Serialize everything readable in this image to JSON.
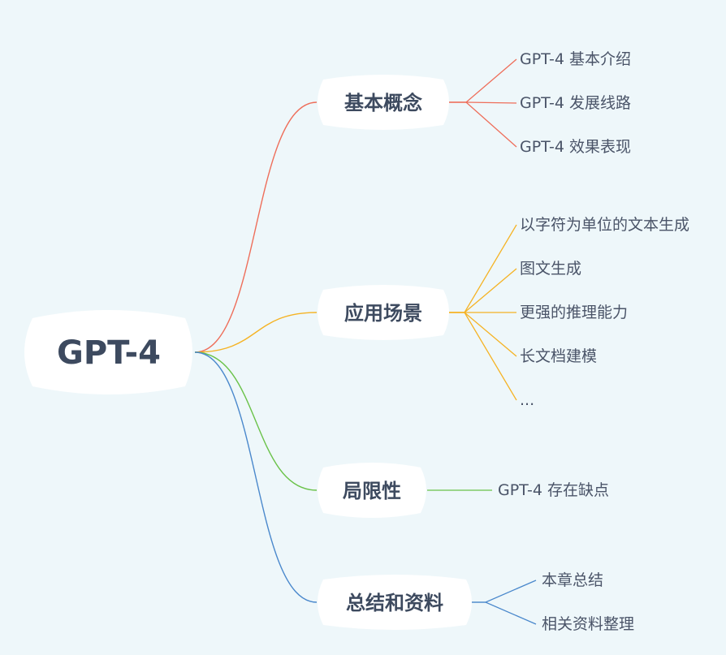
{
  "root": {
    "label": "GPT-4"
  },
  "branches": [
    {
      "label": "基本概念",
      "color": "#ee6e5a",
      "children": [
        "GPT-4 基本介绍",
        "GPT-4 发展线路",
        "GPT-4 效果表现"
      ]
    },
    {
      "label": "应用场景",
      "color": "#f5b324",
      "children": [
        "以字符为单位的文本生成",
        "图文生成",
        "更强的推理能力",
        "长文档建模",
        "..."
      ]
    },
    {
      "label": "局限性",
      "color": "#6ac249",
      "children": [
        "GPT-4 存在缺点"
      ]
    },
    {
      "label": "总结和资料",
      "color": "#4a88cc",
      "children": [
        "本章总结",
        "相关资料整理"
      ]
    }
  ],
  "colors": {
    "background": "#eef7fa",
    "node_fill": "#ffffff",
    "node_text": "#3d4a5f",
    "leaf_text": "#4a5468"
  }
}
